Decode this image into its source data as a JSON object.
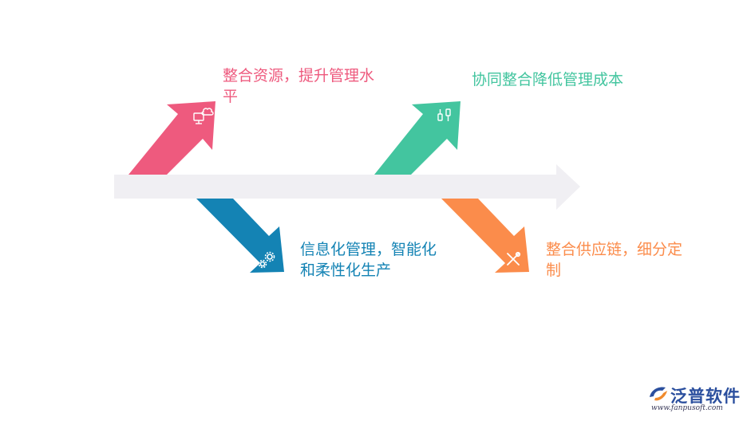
{
  "colors": {
    "spine": "#f0eff3",
    "pink": "#ee5a7e",
    "teal": "#43c59f",
    "blue": "#1483b4",
    "orange": "#fb8c4b",
    "logo_blue": "#2b4f9e"
  },
  "items": [
    {
      "text": "整合资源，提升管理水平",
      "color": "#ee5a7e",
      "icon": "computer-cloud-icon"
    },
    {
      "text": "协同整合降低管理成本",
      "color": "#43c59f",
      "icon": "usb-plugs-icon"
    },
    {
      "text": "信息化管理，智能化和柔性化生产",
      "color": "#1483b4",
      "icon": "gears-icon"
    },
    {
      "text": "整合供应链，细分定制",
      "color": "#fb8c4b",
      "icon": "tools-icon"
    }
  ],
  "logo": {
    "name": "泛普软件",
    "url": "www.fanpusoft.com"
  }
}
